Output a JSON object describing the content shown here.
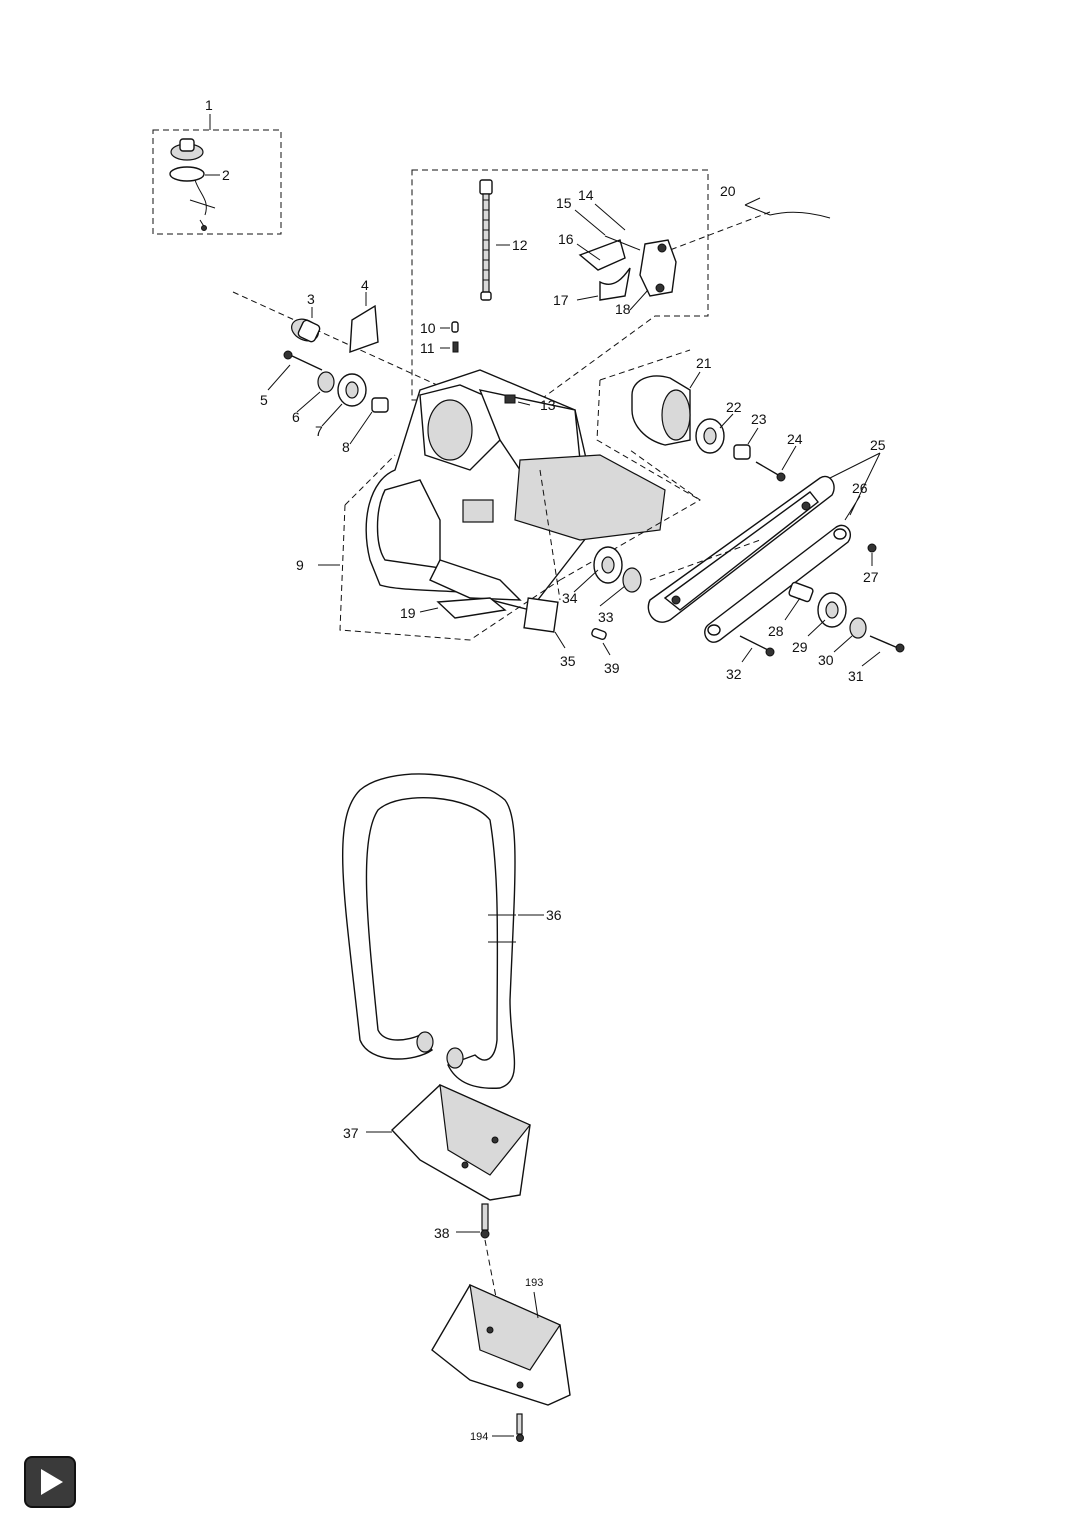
{
  "callouts": {
    "c1": "1",
    "c2": "2",
    "c3": "3",
    "c4": "4",
    "c5": "5",
    "c6": "6",
    "c7": "7",
    "c8": "8",
    "c9": "9",
    "c10": "10",
    "c11": "11",
    "c12": "12",
    "c13": "13",
    "c14": "14",
    "c15": "15",
    "c16": "16",
    "c17": "17",
    "c18": "18",
    "c19": "19",
    "c20": "20",
    "c21": "21",
    "c22": "22",
    "c23": "23",
    "c24": "24",
    "c25": "25",
    "c26": "26",
    "c27": "27",
    "c28": "28",
    "c29": "29",
    "c30": "30",
    "c31": "31",
    "c32": "32",
    "c33": "33",
    "c34": "34",
    "c35": "35",
    "c36": "36",
    "c37": "37",
    "c38": "38",
    "c39": "39",
    "c193": "193",
    "c194": "194"
  },
  "controls": {
    "play_icon": "play-icon"
  }
}
